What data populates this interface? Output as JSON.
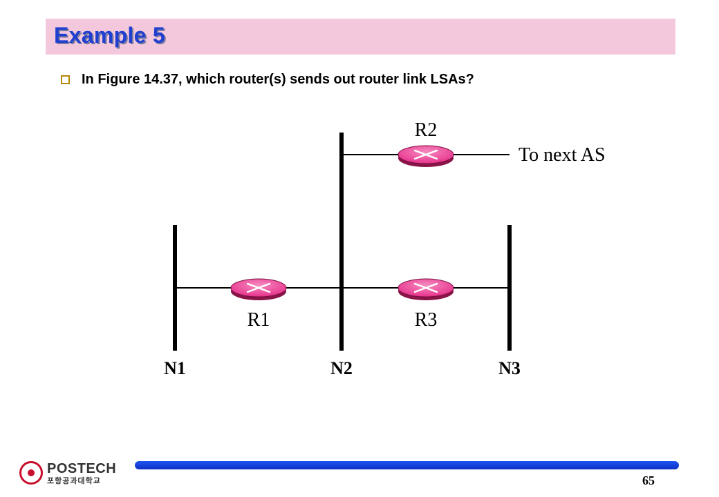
{
  "slide": {
    "title": "Example 5",
    "question": "In Figure 14.37, which router(s) sends out router link LSAs?",
    "page_number": "65"
  },
  "diagram": {
    "routers": [
      {
        "name": "R1"
      },
      {
        "name": "R2"
      },
      {
        "name": "R3"
      }
    ],
    "networks": [
      {
        "name": "N1"
      },
      {
        "name": "N2"
      },
      {
        "name": "N3"
      }
    ],
    "external_label": "To next AS",
    "router_color": "#e8388f",
    "line_color": "#000000"
  },
  "logo": {
    "name": "POSTECH",
    "korean": "포항공과대학교",
    "color": "#c8102e"
  },
  "colors": {
    "title_band": "#f3c8dc",
    "title_text": "#1f3fd0",
    "footer_bar": "#1f55f0"
  }
}
